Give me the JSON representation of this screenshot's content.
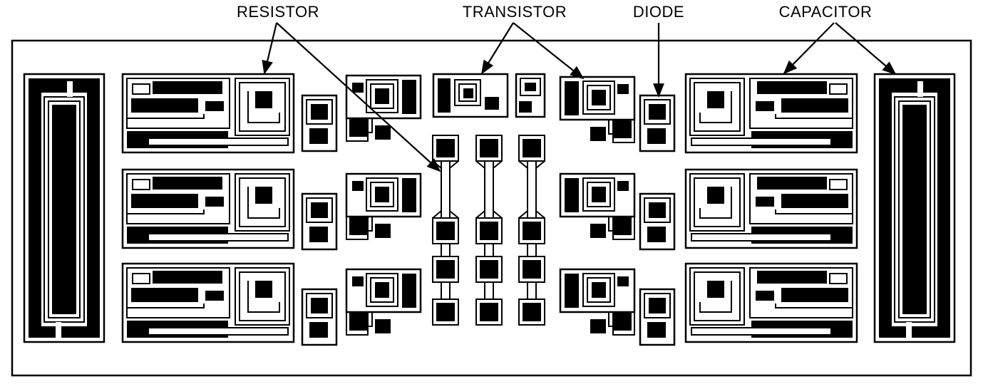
{
  "labels": {
    "resistor": "RESISTOR",
    "transistor": "TRANSISTOR",
    "diode": "DIODE",
    "capacitor": "CAPACITOR"
  },
  "colors": {
    "ink": "#000000",
    "paper": "#ffffff"
  }
}
